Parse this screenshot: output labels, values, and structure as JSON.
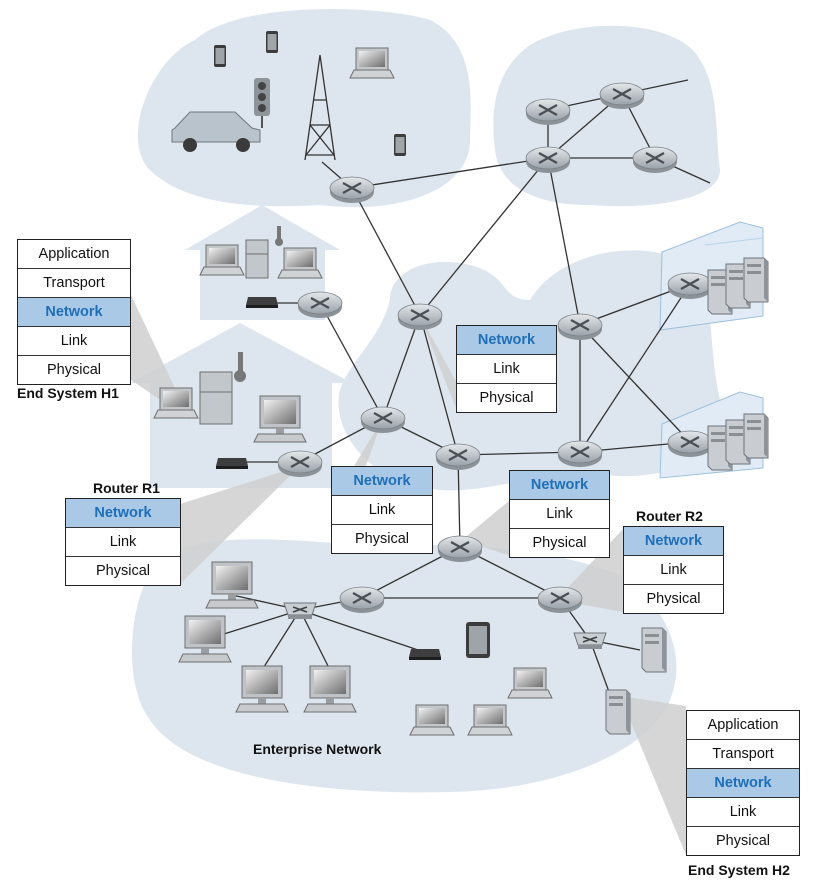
{
  "title": "",
  "colors": {
    "cloud": "#dde6ee",
    "network_highlight_bg": "#a9c9e6",
    "network_highlight_text": "#1f6fb8",
    "router": "#b7bdc3",
    "callout": "#c8c8c8"
  },
  "end_system_h1": {
    "label": "End System H1",
    "layers": [
      "Application",
      "Transport",
      "Network",
      "Link",
      "Physical"
    ]
  },
  "end_system_h2": {
    "label": "End System H2",
    "layers": [
      "Application",
      "Transport",
      "Network",
      "Link",
      "Physical"
    ]
  },
  "router_r1": {
    "label": "Router R1",
    "layers": [
      "Network",
      "Link",
      "Physical"
    ]
  },
  "router_r2": {
    "label": "Router R2",
    "layers": [
      "Network",
      "Link",
      "Physical"
    ]
  },
  "router_a": {
    "layers": [
      "Network",
      "Link",
      "Physical"
    ]
  },
  "router_b": {
    "layers": [
      "Network",
      "Link",
      "Physical"
    ]
  },
  "router_c": {
    "layers": [
      "Network",
      "Link",
      "Physical"
    ]
  },
  "enterprise": {
    "label": "Enterprise Network"
  }
}
